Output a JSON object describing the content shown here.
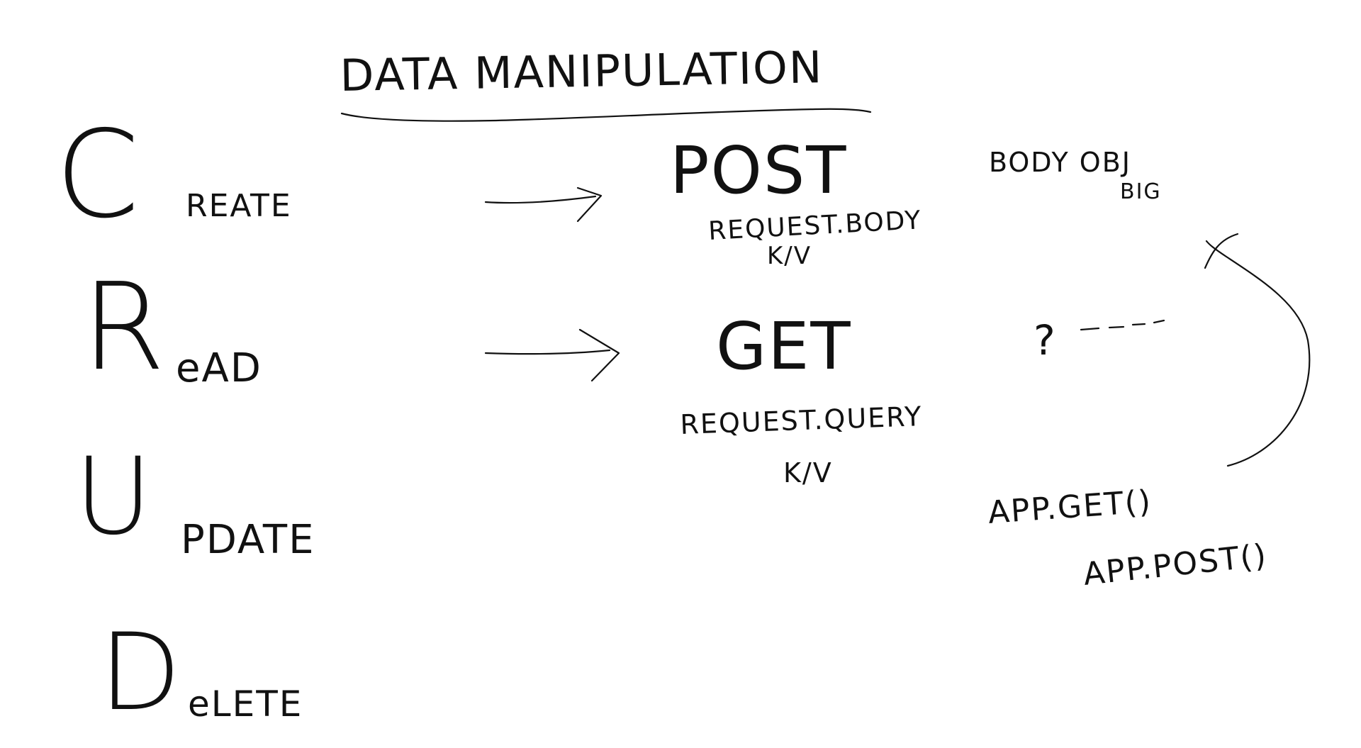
{
  "title": "DATA MANIPULATION",
  "ink_color": "#111111",
  "crud": [
    {
      "initial": "C",
      "rest": "REATE"
    },
    {
      "initial": "R",
      "rest": "eAD"
    },
    {
      "initial": "U",
      "rest": "PDATE"
    },
    {
      "initial": "D",
      "rest": "eLETE"
    }
  ],
  "create_method": {
    "verb": "POST",
    "source": "REQUEST.BODY",
    "format": "K/V"
  },
  "read_method": {
    "verb": "GET",
    "source": "REQUEST.QUERY",
    "format": "K/V"
  },
  "body_note": {
    "line1": "BODY OBJ",
    "line2": "BIG"
  },
  "query_marker": "?",
  "app_calls": {
    "get": "APP.GET()",
    "post": "APP.POST()"
  }
}
